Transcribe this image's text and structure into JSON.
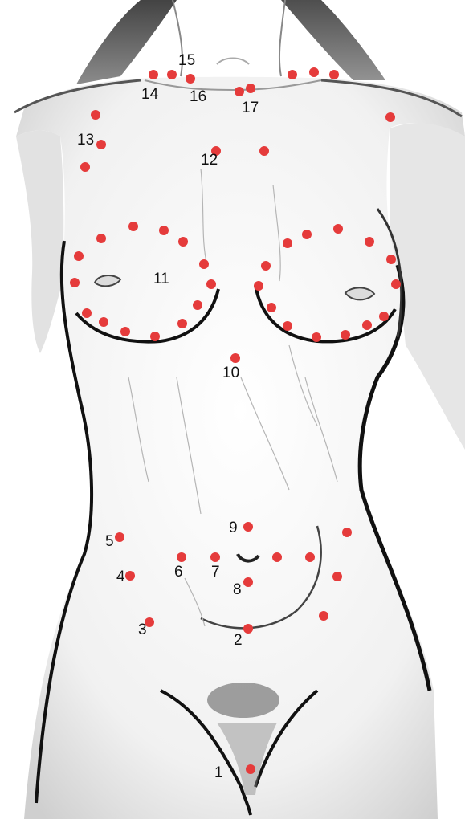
{
  "colors": {
    "marker": "#e53b3b",
    "label": "#111111",
    "outline": "#111111",
    "skin_shade": "#d6d6d6"
  },
  "markers": [
    {
      "id": "m1",
      "label": "1"
    },
    {
      "id": "m2",
      "label": "2"
    },
    {
      "id": "m3",
      "label": "3"
    },
    {
      "id": "m4",
      "label": "4"
    },
    {
      "id": "m5",
      "label": "5"
    },
    {
      "id": "m6",
      "label": "6"
    },
    {
      "id": "m7",
      "label": "7"
    },
    {
      "id": "m8",
      "label": "8"
    },
    {
      "id": "m9",
      "label": "9"
    },
    {
      "id": "m10",
      "label": "10"
    },
    {
      "id": "m11",
      "label": "11"
    },
    {
      "id": "m12",
      "label": "12"
    },
    {
      "id": "m13",
      "label": "13"
    },
    {
      "id": "m14",
      "label": "14"
    },
    {
      "id": "m15",
      "label": "15"
    },
    {
      "id": "m16",
      "label": "16"
    },
    {
      "id": "m17",
      "label": "17"
    }
  ]
}
